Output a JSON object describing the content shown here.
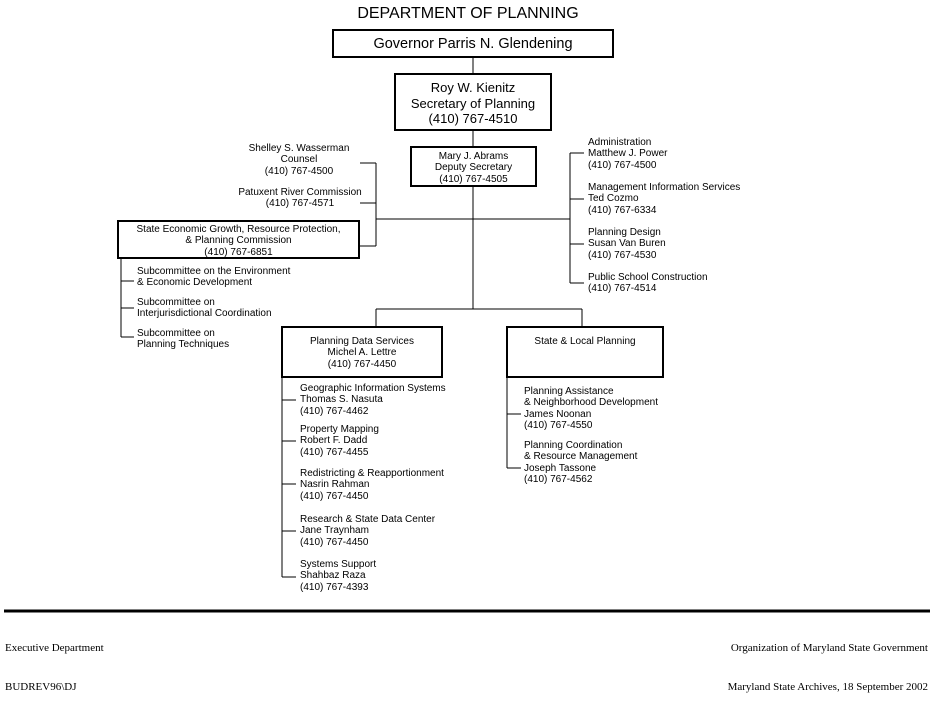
{
  "title": "DEPARTMENT OF PLANNING",
  "governor": "Governor Parris N. Glendening",
  "secretary": {
    "name": "Roy W. Kienitz",
    "title": "Secretary of Planning",
    "phone": "(410) 767-4510"
  },
  "deputy": {
    "name": "Mary J. Abrams",
    "title": "Deputy Secretary",
    "phone": "(410) 767-4505"
  },
  "left_units": [
    {
      "lines": "Shelley S. Wasserman\nCounsel\n(410) 767-4500"
    },
    {
      "lines": "Patuxent River Commission\n(410) 767-4571"
    }
  ],
  "commission": {
    "lines": "State Economic Growth, Resource Protection,\n& Planning Commission\n(410) 767-6851",
    "subcommittees": [
      "Subcommittee on the Environment\n& Economic Development",
      "Subcommittee on\nInterjurisdictional Coordination",
      "Subcommittee on\nPlanning Techniques"
    ]
  },
  "right_units": [
    "Administration\nMatthew J. Power\n(410) 767-4500",
    "Management Information Services\nTed Cozmo\n(410) 767-6334",
    "Planning Design\nSusan Van Buren\n(410) 767-4530",
    "Public School Construction\n(410) 767-4514"
  ],
  "planning_data_services": {
    "header": "Planning Data Services\nMichel A. Lettre\n(410) 767-4450",
    "units": [
      "Geographic Information Systems\nThomas S. Nasuta\n(410) 767-4462",
      "Property Mapping\nRobert F. Dadd\n(410) 767-4455",
      "Redistricting & Reapportionment\nNasrin Rahman\n(410) 767-4450",
      "Research & State Data Center\nJane Traynham\n(410) 767-4450",
      "Systems Support\nShahbaz Raza\n(410) 767-4393"
    ]
  },
  "state_local_planning": {
    "header": "State & Local Planning",
    "units": [
      "Planning Assistance\n& Neighborhood Development\nJames Noonan\n(410) 767-4550",
      "Planning Coordination\n& Resource Management\nJoseph Tassone\n(410) 767-4562"
    ]
  },
  "footer": {
    "left_line1": "Executive Department",
    "left_line2": "BUDREV96\\DJ",
    "right_line1": "Organization of Maryland State Government",
    "right_line2": "Maryland State Archives, 18 September 2002"
  }
}
